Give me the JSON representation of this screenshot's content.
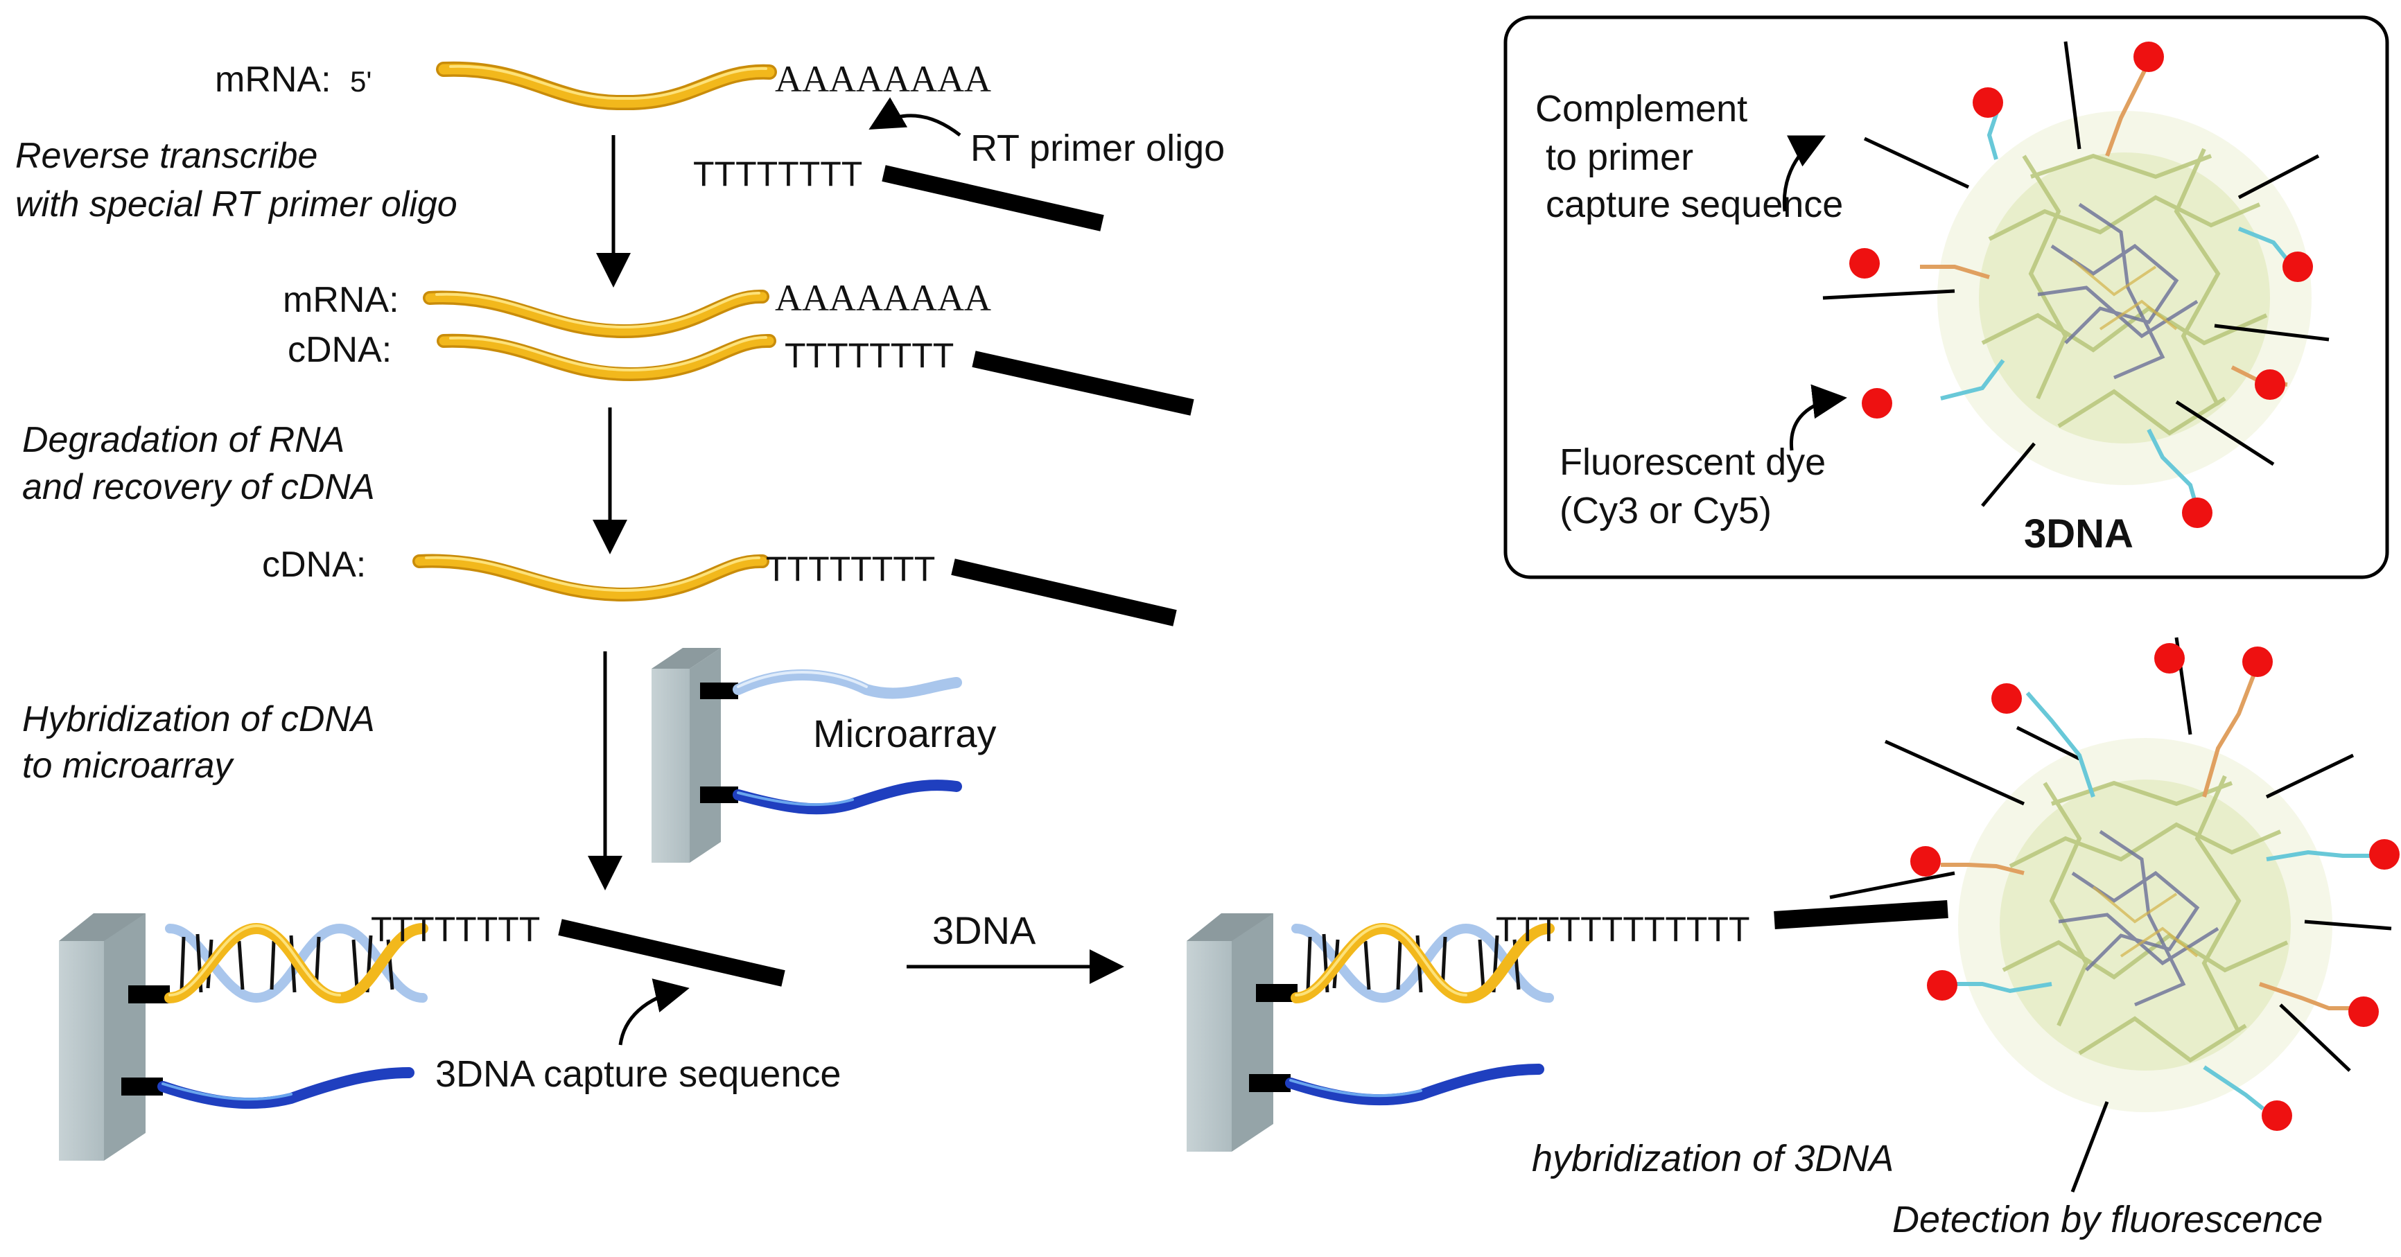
{
  "labels": {
    "mrna_5": "mRNA:",
    "five_prime": "5'",
    "polyA_1": "AAAAAAAA",
    "rt_primer": "RT primer oligo",
    "polyT_1": "TTTTTTTT",
    "step_reverse_1": "Reverse transcribe",
    "step_reverse_2": "with special RT primer oligo",
    "mrna_2": "mRNA:",
    "polyA_2": "AAAAAAAA",
    "cdna_2": "cDNA:",
    "polyT_2": "TTTTTTTT",
    "step_degrade_1": "Degradation of  RNA",
    "step_degrade_2": "and recovery of cDNA",
    "cdna_3": "cDNA:",
    "polyT_3": "TTTTTTTT",
    "step_hybrid_1": "Hybridization of cDNA",
    "step_hybrid_2": "to microarray",
    "microarray": "Microarray",
    "polyT_4": "TTTTTTTT",
    "capture_seq": "3DNA capture sequence",
    "arrow_3dna": "3DNA",
    "polyT_5": "TTTTTTTTTTTT",
    "hybrid_3dna": "hybridization of 3DNA",
    "detection": "Detection by fluorescence",
    "inset_complement_1": "Complement",
    "inset_complement_2": "to primer",
    "inset_complement_3": "capture sequence",
    "inset_dye_1": "Fluorescent dye",
    "inset_dye_2": "(Cy3 or Cy5)",
    "inset_title": "3DNA"
  },
  "colors": {
    "mrna_strand": "#f2b81c",
    "mrna_highlight": "#fde27a",
    "probe_light": "#a9c6ec",
    "probe_dark": "#1f3fbf",
    "slide_face": "#bcc8cc",
    "slide_side": "#8c9a9e",
    "dye": "#ee1111",
    "oligo_bar": "#000000"
  }
}
